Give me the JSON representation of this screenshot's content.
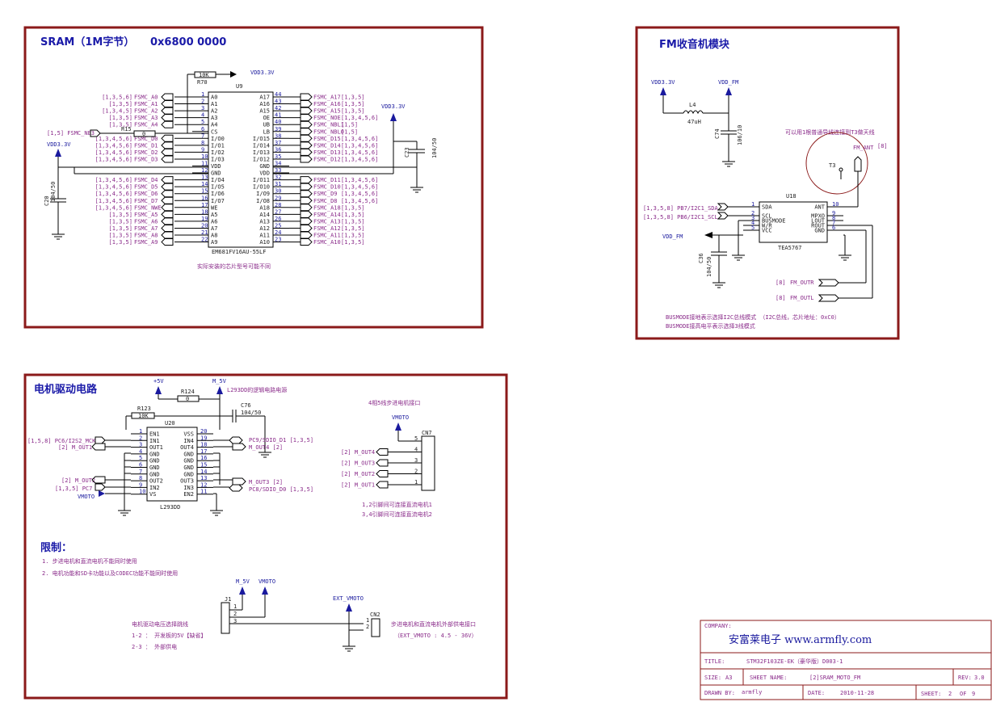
{
  "sram": {
    "title": "SRAM（1M字节）",
    "address": "0x6800 0000",
    "chip_ref": "U9",
    "chip_part": "EM681FV16AU-55LF",
    "note": "实际安装的芯片型号可能不同",
    "resistor_ref": "R70",
    "resistor_val": "10K",
    "r15_ref": "R15",
    "r15_val": "0",
    "cap_c20": "C20",
    "cap_c20_val": "104/50",
    "cap_c23": "C23",
    "cap_c23_val": "104/50",
    "vdd": "VDD3.3V",
    "ne3_label": "[1,5] FSMC_NE3",
    "left_pins": [
      {
        "num": "1",
        "name": "A0",
        "net": "FSMC_A0",
        "ref": "[1,3,5,6]"
      },
      {
        "num": "2",
        "name": "A1",
        "net": "FSMC_A1",
        "ref": "[1,3,5]"
      },
      {
        "num": "3",
        "name": "A2",
        "net": "FSMC_A2",
        "ref": "[1,3,4,5]"
      },
      {
        "num": "4",
        "name": "A3",
        "net": "FSMC_A3",
        "ref": "[1,3,5]"
      },
      {
        "num": "5",
        "name": "A4",
        "net": "FSMC_A4",
        "ref": "[1,3,5]"
      },
      {
        "num": "6",
        "name": "CS",
        "net": "",
        "ref": ""
      },
      {
        "num": "7",
        "name": "I/O0",
        "net": "FSMC_D0",
        "ref": "[1,3,4,5,6]"
      },
      {
        "num": "8",
        "name": "I/O1",
        "net": "FSMC_D1",
        "ref": "[1,3,4,5,6]"
      },
      {
        "num": "9",
        "name": "I/O2",
        "net": "FSMC_D2",
        "ref": "[1,3,4,5,6]"
      },
      {
        "num": "10",
        "name": "I/O3",
        "net": "FSMC_D3",
        "ref": "[1,3,4,5,6]"
      },
      {
        "num": "11",
        "name": "VDD",
        "net": "",
        "ref": ""
      },
      {
        "num": "12",
        "name": "GND",
        "net": "",
        "ref": ""
      },
      {
        "num": "13",
        "name": "I/O4",
        "net": "FSMC_D4",
        "ref": "[1,3,4,5,6]"
      },
      {
        "num": "14",
        "name": "I/O5",
        "net": "FSMC_D5",
        "ref": "[1,3,4,5,6]"
      },
      {
        "num": "15",
        "name": "I/O6",
        "net": "FSMC_D6",
        "ref": "[1,3,4,5,6]"
      },
      {
        "num": "16",
        "name": "I/O7",
        "net": "FSMC_D7",
        "ref": "[1,3,4,5,6]"
      },
      {
        "num": "17",
        "name": "WE",
        "net": "FSMC_NWE",
        "ref": "[1,3,4,5,6]"
      },
      {
        "num": "18",
        "name": "A5",
        "net": "FSMC_A5",
        "ref": "[1,3,5]"
      },
      {
        "num": "19",
        "name": "A6",
        "net": "FSMC_A6",
        "ref": "[1,3,5]"
      },
      {
        "num": "20",
        "name": "A7",
        "net": "FSMC_A7",
        "ref": "[1,3,5]"
      },
      {
        "num": "21",
        "name": "A8",
        "net": "FSMC_A8",
        "ref": "[1,3,5]"
      },
      {
        "num": "22",
        "name": "A9",
        "net": "FSMC_A9",
        "ref": "[1,3,5]"
      }
    ],
    "right_pins": [
      {
        "num": "44",
        "name": "A17",
        "net": "FSMC_A17",
        "ref": "[1,3,5]"
      },
      {
        "num": "43",
        "name": "A16",
        "net": "FSMC_A16",
        "ref": "[1,3,5]"
      },
      {
        "num": "42",
        "name": "A15",
        "net": "FSMC_A15",
        "ref": "[1,3,5]"
      },
      {
        "num": "41",
        "name": "OE",
        "net": "FSMC_NOE",
        "ref": "[1,3,4,5,6]"
      },
      {
        "num": "40",
        "name": "UB",
        "net": "FSMC_NBL1",
        "ref": "[1,5]"
      },
      {
        "num": "39",
        "name": "LB",
        "net": "FSMC_NBL0",
        "ref": "[1,5]"
      },
      {
        "num": "38",
        "name": "I/O15",
        "net": "FSMC_D15",
        "ref": "[1,3,4,5,6]"
      },
      {
        "num": "37",
        "name": "I/O14",
        "net": "FSMC_D14",
        "ref": "[1,3,4,5,6]"
      },
      {
        "num": "36",
        "name": "I/O13",
        "net": "FSMC_D13",
        "ref": "[1,3,4,5,6]"
      },
      {
        "num": "35",
        "name": "I/O12",
        "net": "FSMC_D12",
        "ref": "[1,3,4,5,6]"
      },
      {
        "num": "34",
        "name": "GND",
        "net": "",
        "ref": ""
      },
      {
        "num": "33",
        "name": "VDD",
        "net": "",
        "ref": ""
      },
      {
        "num": "32",
        "name": "I/O11",
        "net": "FSMC_D11",
        "ref": "[1,3,4,5,6]"
      },
      {
        "num": "31",
        "name": "I/O10",
        "net": "FSMC_D10",
        "ref": "[1,3,4,5,6]"
      },
      {
        "num": "30",
        "name": "I/O9",
        "net": "FSMC_D9",
        "ref": "[1,3,4,5,6]"
      },
      {
        "num": "29",
        "name": "I/O8",
        "net": "FSMC_D8",
        "ref": "[1,3,4,5,6]"
      },
      {
        "num": "28",
        "name": "A18",
        "net": "FSMC_A18",
        "ref": "[1,3,5]"
      },
      {
        "num": "27",
        "name": "A14",
        "net": "FSMC_A14",
        "ref": "[1,3,5]"
      },
      {
        "num": "26",
        "name": "A13",
        "net": "FSMC_A13",
        "ref": "[1,3,5]"
      },
      {
        "num": "25",
        "name": "A12",
        "net": "FSMC_A12",
        "ref": "[1,3,5]"
      },
      {
        "num": "24",
        "name": "A11",
        "net": "FSMC_A11",
        "ref": "[1,3,5]"
      },
      {
        "num": "23",
        "name": "A10",
        "net": "FSMC_A10",
        "ref": "[1,3,5]"
      }
    ]
  },
  "fm": {
    "title": "FM收音机模块",
    "chip_ref": "U18",
    "chip_part": "TEA5767",
    "vdd": "VDD3.3V",
    "vdd_fm": "VDD_FM",
    "inductor_ref": "L4",
    "inductor_val": "47uH",
    "cap_c74": "C74",
    "cap_c74_val": "106/10",
    "cap_c36": "C36",
    "cap_c36_val": "104/50",
    "antenna_note": "可以用1根普通导线连接到T3做天线",
    "fm_ant": "FM_ANT",
    "fm_ant_ref": "[8]",
    "t3": "T3",
    "sda_net": "[1,3,5,8] PB7/I2C1_SDA",
    "scl_net": "[1,3,5,8] PB6/I2C1_SCL",
    "fm_outr": "FM_OUTR",
    "fm_outl": "FM_OUTL",
    "fm_out_ref": "[8]",
    "left_pins": [
      {
        "num": "1",
        "name": "SDA"
      },
      {
        "num": "2",
        "name": "SCL"
      },
      {
        "num": "3",
        "name": "BUSMODE"
      },
      {
        "num": "4",
        "name": "W/R"
      },
      {
        "num": "5",
        "name": "VCC"
      }
    ],
    "right_pins": [
      {
        "num": "10",
        "name": "ANT"
      },
      {
        "num": "9",
        "name": "MPXO"
      },
      {
        "num": "8",
        "name": "LOUT"
      },
      {
        "num": "7",
        "name": "ROUT"
      },
      {
        "num": "6",
        "name": "GND"
      }
    ],
    "note1": "BUSMODE接地表示选择I2C总线模式 （I2C总线，芯片地址：0xC0）",
    "note2": "BUSMODE接高电平表示选择3线模式"
  },
  "motor": {
    "title": "电机驱动电路",
    "p5v": "+5V",
    "m5v": "M_5V",
    "logic_note": "L293DD的逻辑电路电源",
    "r124_ref": "R124",
    "r124_val": "0",
    "r123_ref": "R123",
    "r123_val": "10K",
    "c76_ref": "C76",
    "c76_val": "104/50",
    "chip_ref": "U20",
    "chip_part": "L293DD",
    "left_pins": [
      {
        "num": "1",
        "name": "EN1"
      },
      {
        "num": "2",
        "name": "IN1"
      },
      {
        "num": "3",
        "name": "OUT1"
      },
      {
        "num": "4",
        "name": "GND"
      },
      {
        "num": "5",
        "name": "GND"
      },
      {
        "num": "6",
        "name": "GND"
      },
      {
        "num": "7",
        "name": "GND"
      },
      {
        "num": "8",
        "name": "OUT2"
      },
      {
        "num": "9",
        "name": "IN2"
      },
      {
        "num": "10",
        "name": "VS"
      }
    ],
    "right_pins": [
      {
        "num": "20",
        "name": "VSS"
      },
      {
        "num": "19",
        "name": "IN4"
      },
      {
        "num": "18",
        "name": "OUT4"
      },
      {
        "num": "17",
        "name": "GND"
      },
      {
        "num": "16",
        "name": "GND"
      },
      {
        "num": "15",
        "name": "GND"
      },
      {
        "num": "14",
        "name": "GND"
      },
      {
        "num": "13",
        "name": "OUT3"
      },
      {
        "num": "12",
        "name": "IN3"
      },
      {
        "num": "11",
        "name": "EN2"
      }
    ],
    "net_mck": "[1,5,8] PC6/I2S2_MCK",
    "net_mout1": "[2] M_OUT1",
    "net_mout2": "[2] M_OUT2",
    "net_pc7": "[1,3,5] PC7",
    "net_vmoto": "VMOTO",
    "net_pc9": "PC9/SDIO_D1 [1,3,5]",
    "net_mout4": "M_OUT4 [2]",
    "net_mout3": "M_OUT3 [2]",
    "net_pc8": "PC8/SDIO_D0 [1,3,5]",
    "stepper_note": "4相5线步进电机接口",
    "cn7_ref": "CN7",
    "cn7_vmoto": "VMOTO",
    "cn7_pins": [
      {
        "num": "5",
        "net": ""
      },
      {
        "num": "4",
        "net": "[2] M_OUT4"
      },
      {
        "num": "3",
        "net": "[2] M_OUT3"
      },
      {
        "num": "2",
        "net": "[2] M_OUT2"
      },
      {
        "num": "1",
        "net": "[2] M_OUT1"
      }
    ],
    "dc_note1": "1,2引脚间可连接直流电机1",
    "dc_note2": "3,4引脚间可连接直流电机2",
    "limit_title": "限制：",
    "limit1": "1. 步进电机和直流电机不能同时使用",
    "limit2": "2. 电机功能和SD卡功能以及CODEC功能不能同时使用",
    "j1_ref": "J1",
    "j1_m5v": "M_5V",
    "j1_vmoto": "VMOTO",
    "j1_note": "电机驱动电压选择跳线",
    "j1_opt1": "1-2 ： 开发板的5V【缺省】",
    "j1_opt2": "2-3 ： 外部供电",
    "ext_vmoto": "EXT_VMOTO",
    "cn2_ref": "CN2",
    "ext_note1": "步进电机和直流电机外部供电接口",
    "ext_note2": "（EXT_VMOTO : 4.5 - 36V）"
  },
  "titleblock": {
    "company_label": "COMPANY:",
    "company": "安富莱电子 www.armfly.com",
    "title_label": "TITLE:",
    "title": "STM32F103ZE-EK（豪华版）D003-1",
    "size_label": "SIZE:",
    "size": "A3",
    "sheet_name_label": "SHEET NAME:",
    "sheet_name": "[2]SRAM_MOTO_FM",
    "rev_label": "REV:",
    "rev": "3.0",
    "drawn_label": "DRAWN BY:",
    "drawn": "armfly",
    "date_label": "DATE:",
    "date": "2010-11-28",
    "sheet_label": "SHEET:",
    "sheet": "2",
    "of_label": "OF",
    "of": "9"
  }
}
